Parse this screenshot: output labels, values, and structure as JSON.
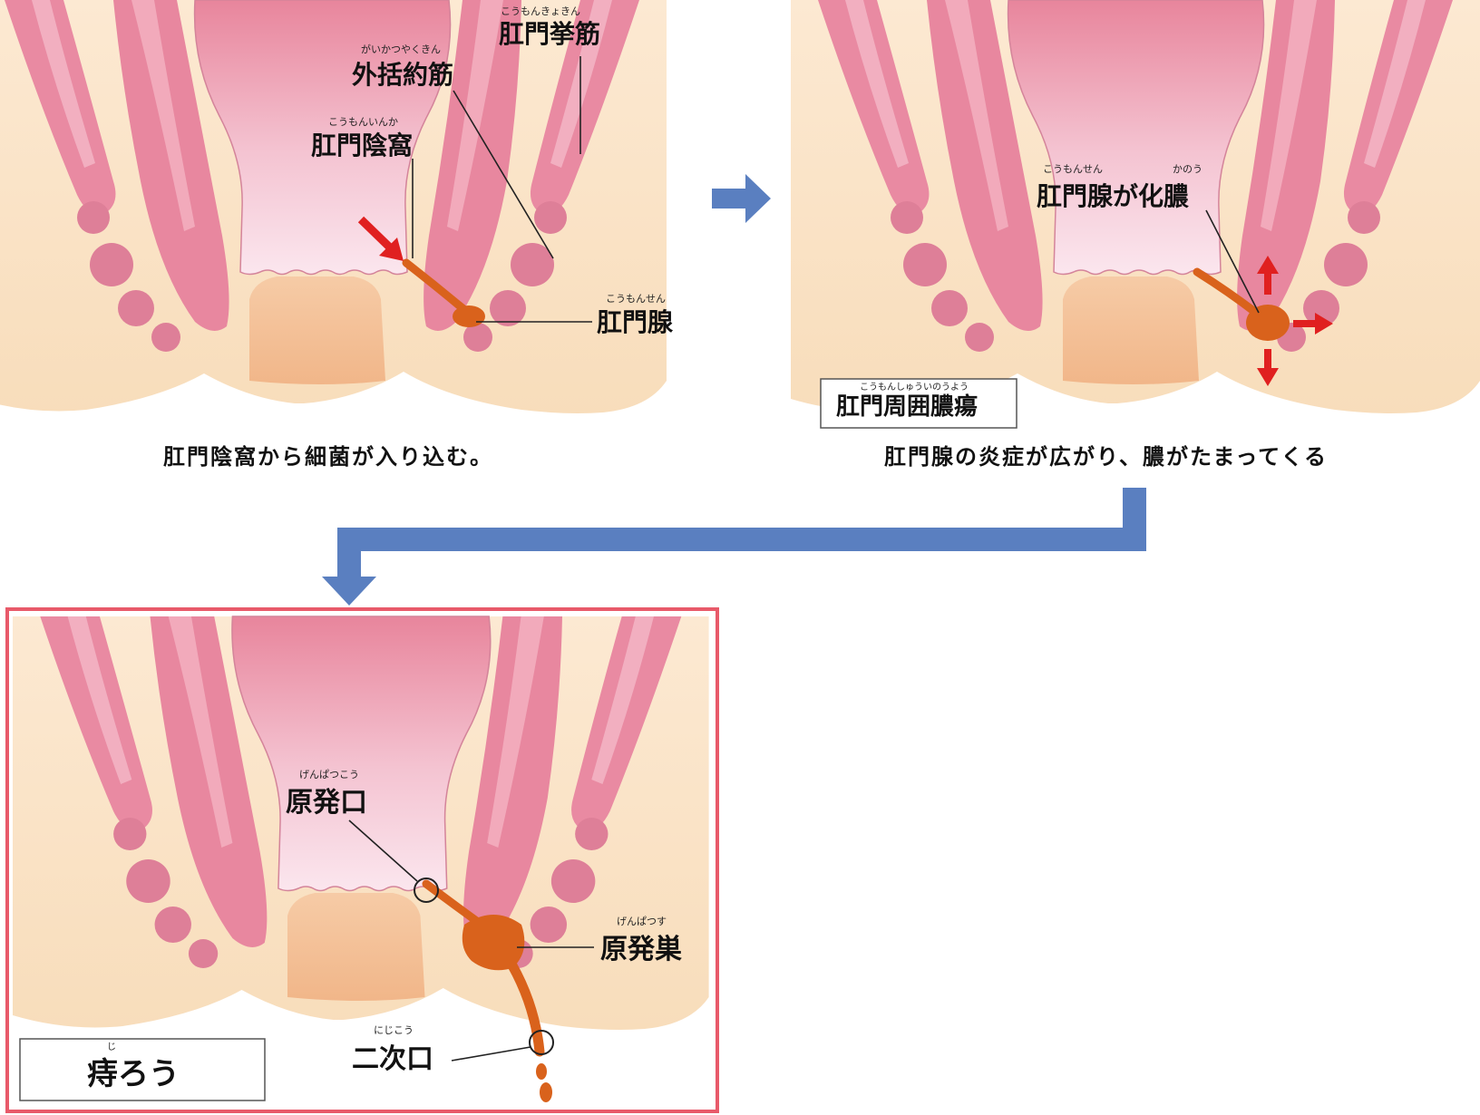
{
  "panel1": {
    "labels": {
      "levator": {
        "text": "肛門挙筋",
        "ruby": "こうもんきょきん"
      },
      "external_sphincter": {
        "text": "外括約筋",
        "ruby": "がいかつやくきん"
      },
      "crypt": {
        "text": "肛門陰窩",
        "ruby": "こうもんいんか"
      },
      "gland": {
        "text": "肛門腺",
        "ruby": "こうもんせん"
      }
    },
    "caption": "肛門陰窩から細菌が入り込む。"
  },
  "panel2": {
    "labels": {
      "abscess_gland": {
        "text": "肛門腺が化膿",
        "ruby_a": "こうもんせん",
        "ruby_b": "かのう"
      }
    },
    "box": {
      "text": "肛門周囲膿瘍",
      "ruby": "こうもんしゅういのうよう"
    },
    "caption": "肛門腺の炎症が広がり、膿がたまってくる"
  },
  "panel3": {
    "labels": {
      "primary_opening": {
        "text": "原発口",
        "ruby": "げんぱつこう"
      },
      "primary_nest": {
        "text": "原発巣",
        "ruby": "げんぱつす"
      },
      "secondary_opening": {
        "text": "二次口",
        "ruby": "にじこう"
      }
    },
    "box": {
      "text": "痔ろう",
      "ruby": "じ"
    }
  },
  "colors": {
    "skin": "#fbe3c5",
    "muscle": "#e8879f",
    "muscle_light": "#f0aebf",
    "canal": "#f4c6d3",
    "pus": "#d9621c",
    "arrow_red": "#e02020",
    "flow_arrow": "#5a7fc0",
    "highlight_border": "#e85a6a"
  }
}
